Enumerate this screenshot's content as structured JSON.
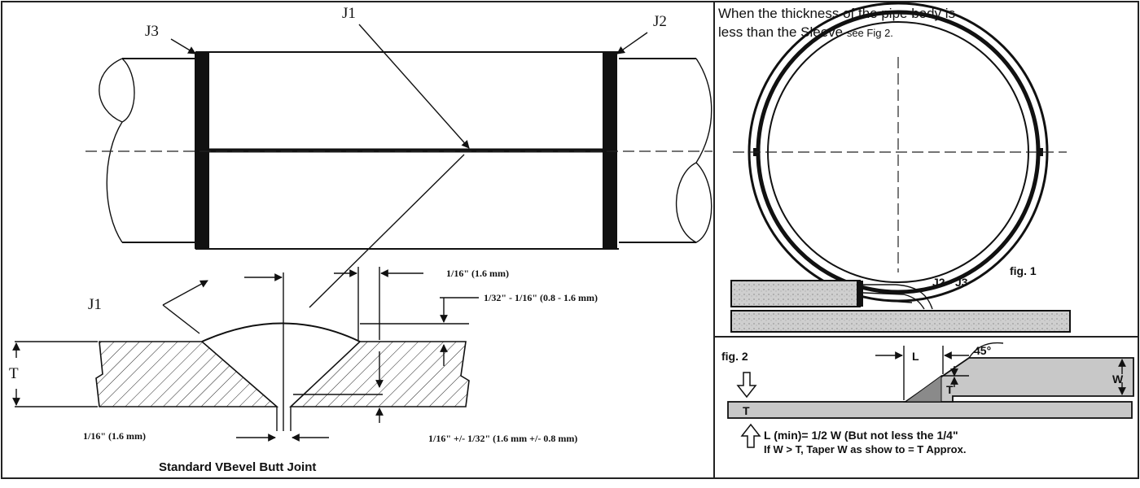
{
  "labels": {
    "j1_top": "J1",
    "j2": "J2",
    "j3": "J3",
    "j1_section": "J1",
    "t_left": "T",
    "j2_j3": "J2 - J3",
    "fig1": "fig. 1",
    "fig2": "fig. 2",
    "l": "L",
    "angle": "45°",
    "w": "W",
    "t_fig2_upper": "T",
    "t_fig2_lower": "T"
  },
  "header": {
    "line1": "When the thickness of the pipe body is",
    "line2a": "less than the Sleeve ",
    "line2b": "see Fig 2."
  },
  "dimensions": {
    "top_gap": "1/16\" (1.6 mm)",
    "land": "1/32\" - 1/16\" (0.8 - 1.6 mm)",
    "root_left": "1/16\" (1.6 mm)",
    "root_right": "1/16\" +/- 1/32\" (1.6 mm +/- 0.8 mm)"
  },
  "caption": "Standard VBevel Butt Joint",
  "notes": {
    "line1": "L (min)= 1/2 W (But not less the 1/4\"",
    "line2": "If W > T, Taper W as show to = T Approx."
  }
}
